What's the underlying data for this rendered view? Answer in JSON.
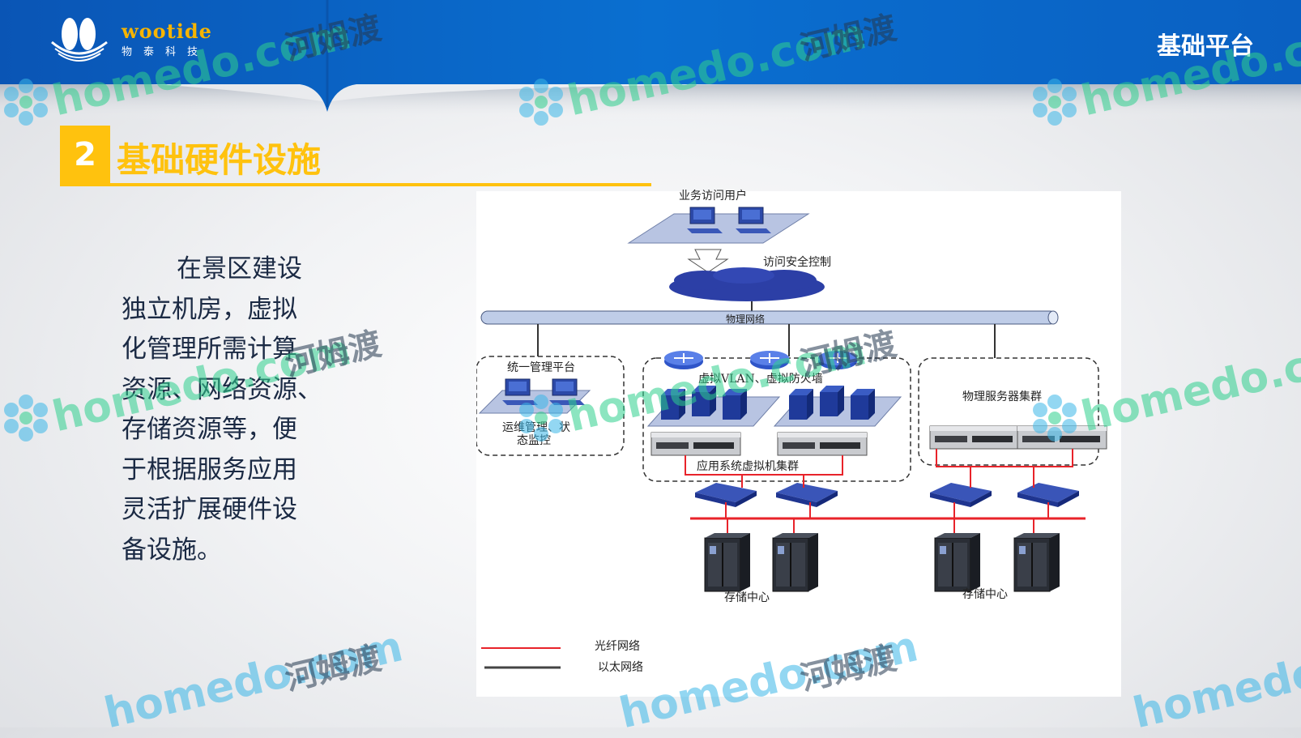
{
  "header": {
    "logo_text": "wootide",
    "logo_subtitle": "物泰科技",
    "title": "基础平台"
  },
  "section": {
    "number": "2",
    "title": "基础硬件设施"
  },
  "body_text": {
    "lines": [
      "在景区建设",
      "独立机房，虚拟",
      "化管理所需计算",
      "资源、网络资源、",
      "存储资源等，便",
      "于根据服务应用",
      "灵活扩展硬件设",
      "备设施。"
    ]
  },
  "diagram": {
    "labels": {
      "users": "业务访问用户",
      "security": "访问安全控制",
      "physical_network": "物理网络",
      "mgmt_platform": "统一管理平台",
      "ops_line1": "运维管理、状",
      "ops_line2": "态监控",
      "virtual": "虚拟VLAN、虚拟防火墙",
      "app_cluster": "应用系统虚拟机集群",
      "phys_cluster": "物理服务器集群",
      "storage_left": "存储中心",
      "storage_right": "存储中心"
    },
    "legend": {
      "fiber": "光纤网络",
      "ethernet": "以太网络",
      "fiber_color": "#e8232a",
      "ethernet_color": "#444444"
    }
  },
  "watermark": {
    "domain": "homedo.com",
    "chinese": "河姆渡"
  },
  "colors": {
    "header_blue": "#0a64c8",
    "accent_yellow": "#ffc20e",
    "text_dark": "#1b2a44"
  }
}
